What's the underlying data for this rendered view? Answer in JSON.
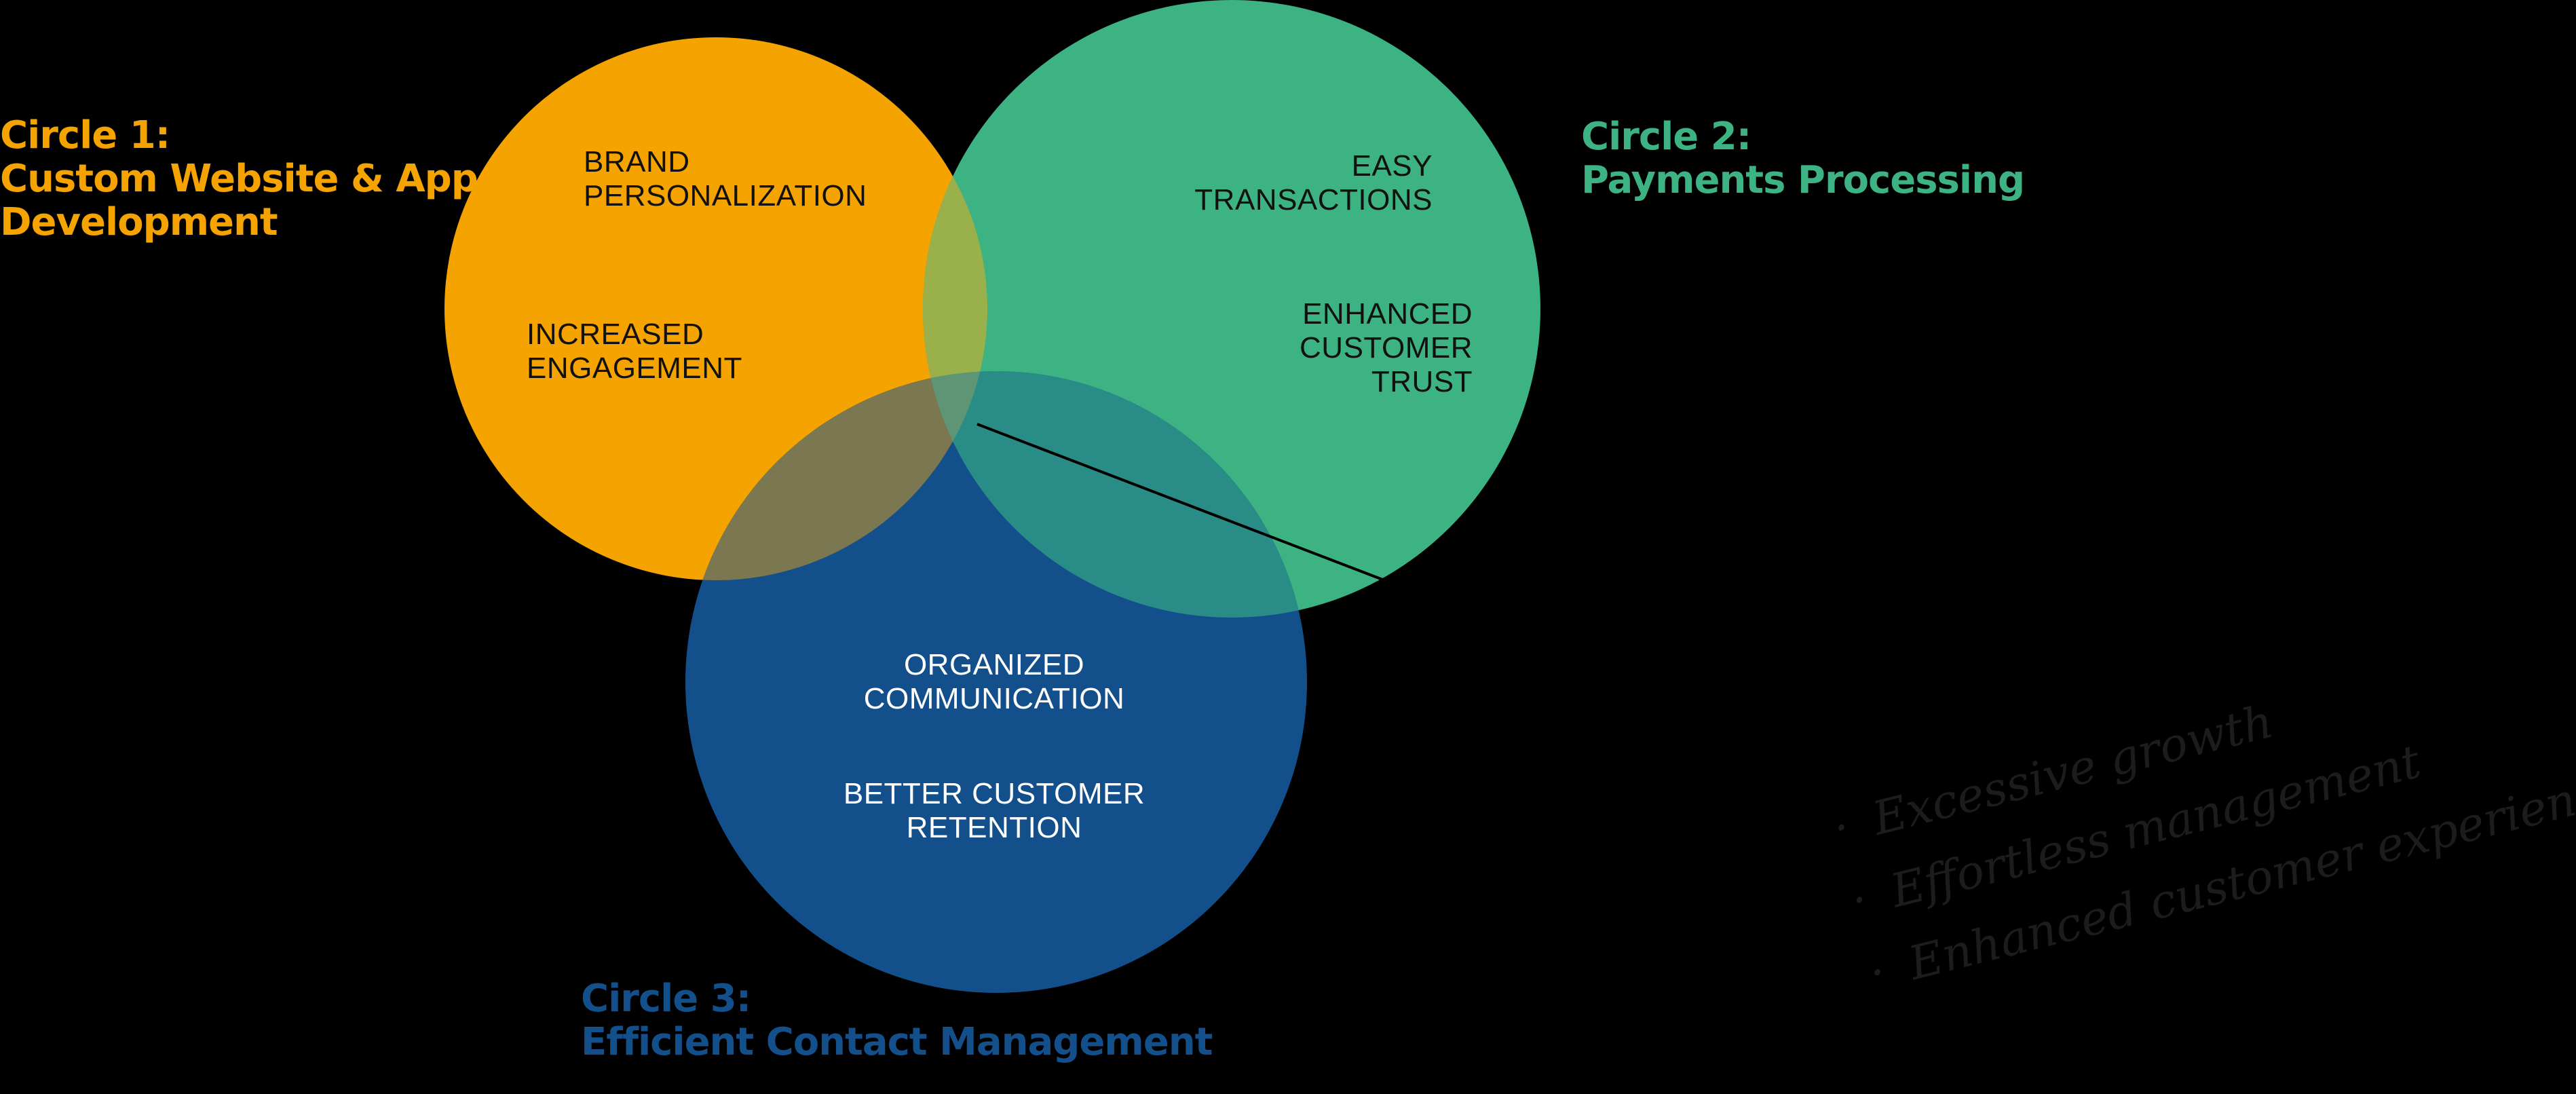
{
  "colors": {
    "background": "#000000",
    "circle1": "#F5A301",
    "circle2": "#3DB384",
    "circle3": "#134F8A",
    "overlap12": "#99B04B",
    "overlap13": "#7A7751",
    "overlap23": "#2A8C86",
    "overlap123": "#5D9575",
    "connector_line": "#000000",
    "handwriting": "#1C1C1C"
  },
  "circles": [
    {
      "id": "circle1",
      "title_lines": [
        "Circle 1:",
        "Custom Website & App",
        "Development"
      ],
      "title_color": "#F5A301",
      "labels": [
        {
          "lines": [
            "BRAND",
            "PERSONALIZATION"
          ]
        },
        {
          "lines": [
            "INCREASED",
            "ENGAGEMENT"
          ]
        }
      ]
    },
    {
      "id": "circle2",
      "title_lines": [
        "Circle 2:",
        "Payments Processing"
      ],
      "title_color": "#3DB384",
      "labels": [
        {
          "lines": [
            "EASY",
            "TRANSACTIONS"
          ]
        },
        {
          "lines": [
            "ENHANCED",
            "CUSTOMER",
            "TRUST"
          ]
        }
      ]
    },
    {
      "id": "circle3",
      "title_lines": [
        "Circle 3:",
        "Efficient Contact Management"
      ],
      "title_color": "#134F8A",
      "labels": [
        {
          "lines": [
            "ORGANIZED",
            "COMMUNICATION"
          ]
        },
        {
          "lines": [
            "BETTER CUSTOMER",
            "RETENTION"
          ]
        }
      ]
    }
  ],
  "outcomes": {
    "bullet": "·",
    "items": [
      "Excessive growth",
      "Effortless management",
      "Enhanced customer experience"
    ]
  }
}
